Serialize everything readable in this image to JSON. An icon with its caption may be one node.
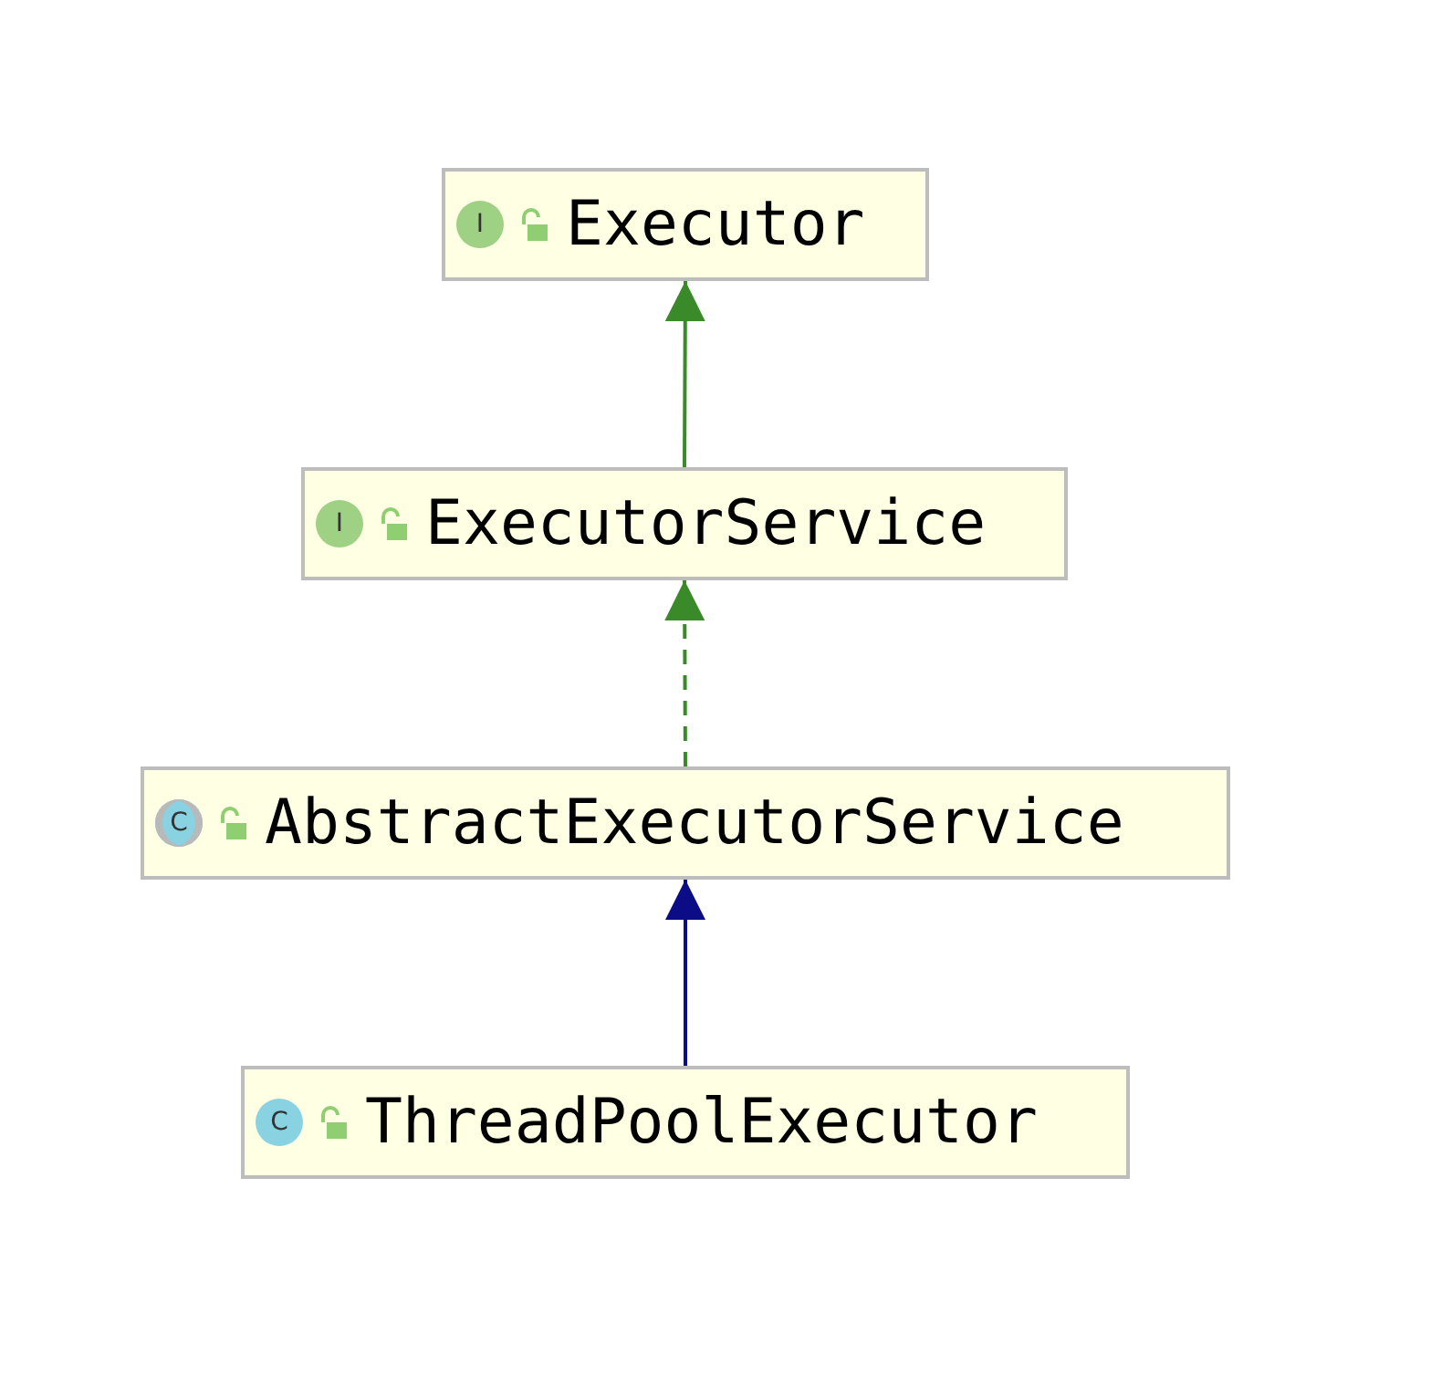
{
  "diagram": {
    "nodes": [
      {
        "text": [
          "I",
          "Executor"
        ]
      },
      {
        "text": [
          "I",
          "ExecutorService"
        ]
      },
      {
        "text": [
          "C",
          "AbstractExecutorService"
        ]
      },
      {
        "text": [
          "C",
          "ThreadPoolExecutor"
        ]
      }
    ],
    "edges": [
      {
        "from": 1,
        "to": 0,
        "arrow": "to"
      },
      {
        "from": 2,
        "to": 1,
        "arrow": "to",
        "style": "dashed"
      },
      {
        "from": 3,
        "to": 2,
        "arrow": "to",
        "color": "#0c0c86"
      }
    ]
  }
}
